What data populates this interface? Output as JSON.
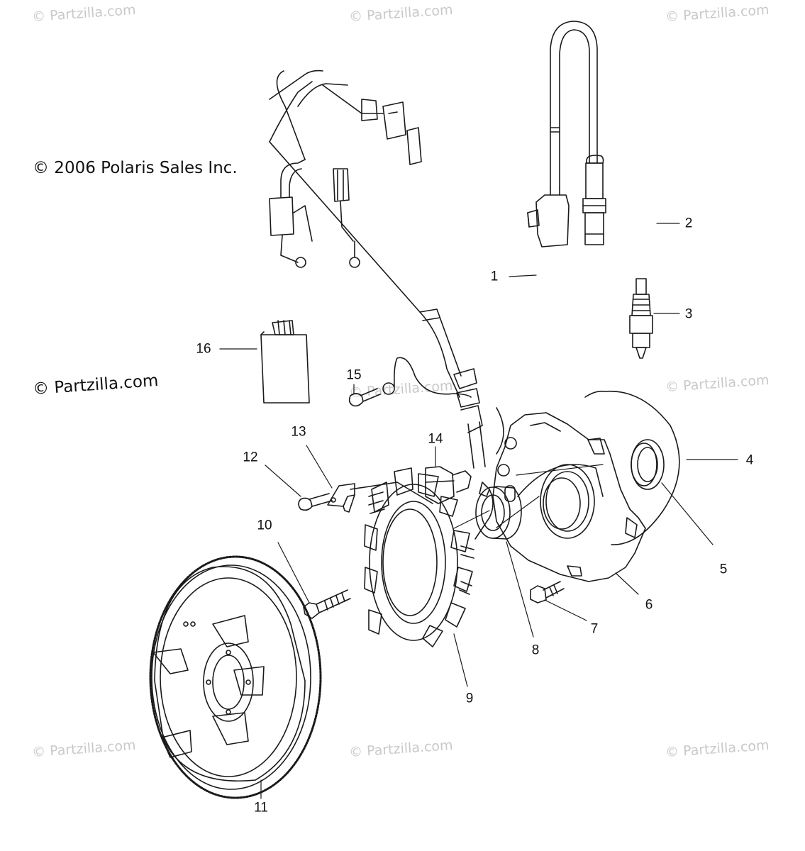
{
  "copyright": "© 2006 Polaris Sales Inc.",
  "site_credit": "© Partzilla.com",
  "watermark_text": "© Partzilla.com",
  "part_numbers": [
    "1",
    "2",
    "3",
    "4",
    "5",
    "6",
    "7",
    "8",
    "9",
    "10",
    "11",
    "12",
    "13",
    "14",
    "15",
    "16"
  ],
  "colors": {
    "line": "#1a1a1a",
    "watermark": "#c9c9c9"
  }
}
